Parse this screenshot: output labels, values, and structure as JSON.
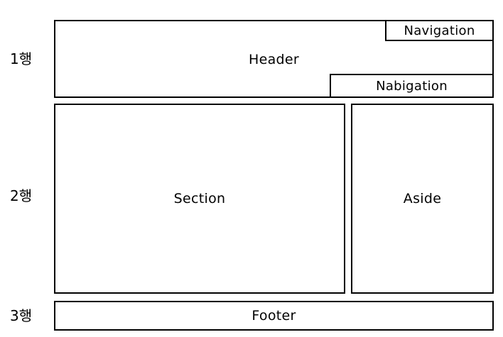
{
  "row_labels": {
    "row1": "1행",
    "row2": "2행",
    "row3": "3행"
  },
  "boxes": {
    "header": "Header",
    "navigation_top": "Navigation",
    "navigation_bottom": "Nabigation",
    "section": "Section",
    "aside": "Aside",
    "footer": "Footer"
  }
}
